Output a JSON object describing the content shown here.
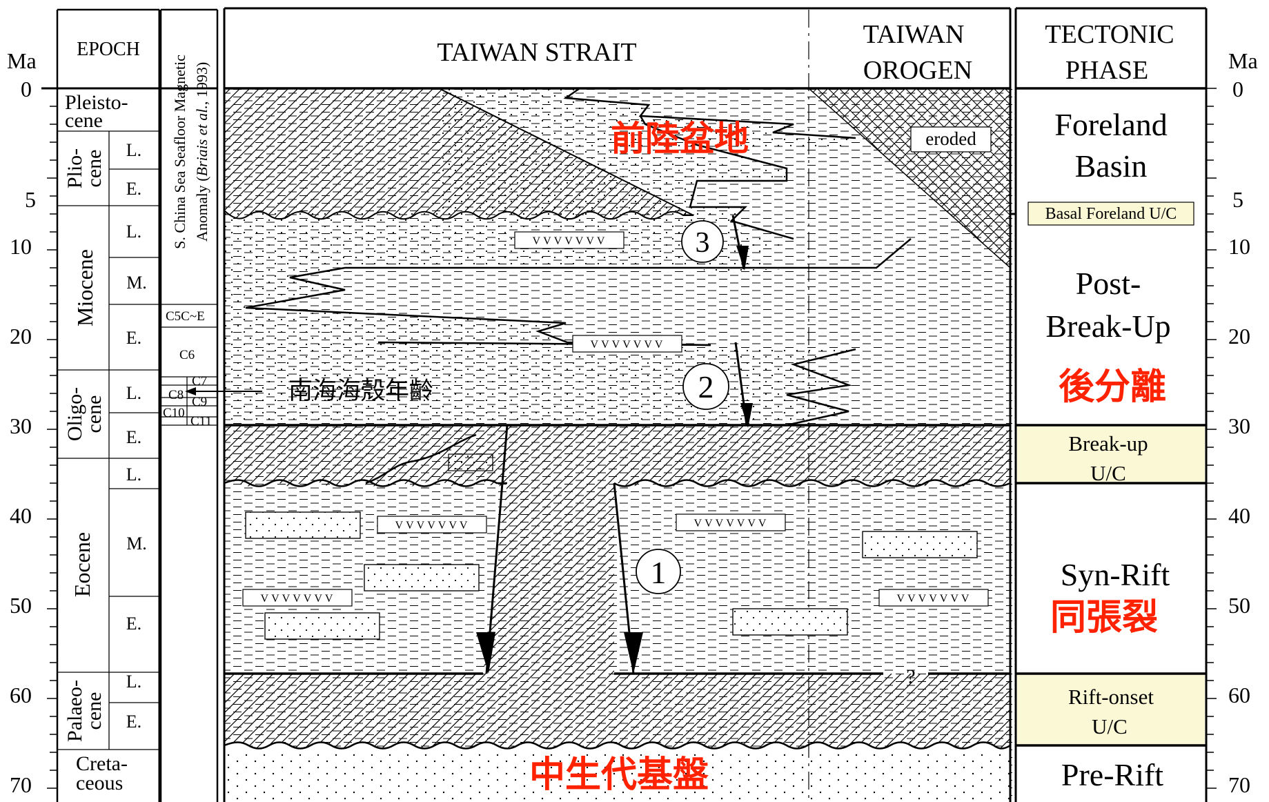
{
  "axis": {
    "unit_label": "Ma",
    "left_labels": [
      "0",
      "5",
      "10",
      "20",
      "30",
      "40",
      "50",
      "60",
      "70"
    ],
    "right_labels": [
      "0",
      "5",
      "10",
      "20",
      "30",
      "40",
      "50",
      "60",
      "70"
    ]
  },
  "headers": {
    "epoch": "EPOCH",
    "magnetic_line1": "S. China Sea Seafloor Magnetic",
    "magnetic_line2_a": "Anomaly (",
    "magnetic_line2_b": "Briais et al.",
    "magnetic_line2_c": ", 1993)",
    "taiwan_strait": "TAIWAN STRAIT",
    "taiwan_orogen_1": "TAIWAN",
    "taiwan_orogen_2": "OROGEN",
    "tectonic_1": "TECTONIC",
    "tectonic_2": "PHASE"
  },
  "epochs": {
    "pleistocene": [
      "Pleisto-",
      "cene"
    ],
    "pliocene": [
      "Plio-",
      "cene"
    ],
    "miocene": "Miocene",
    "oligocene": [
      "Oligo-",
      "cene"
    ],
    "eocene": "Eocene",
    "palaeocene": [
      "Palaeo-",
      "cene"
    ],
    "cretaceous": [
      "Creta-",
      "ceous"
    ],
    "sub": {
      "plio_l": "L.",
      "plio_e": "E.",
      "mio_l": "L.",
      "mio_m": "M.",
      "mio_e": "E.",
      "oli_l": "L.",
      "oli_e": "E.",
      "eoc_l": "L.",
      "eoc_m": "M.",
      "eoc_e": "E.",
      "pal_l": "L.",
      "pal_e": "E."
    }
  },
  "magnetic": {
    "c5c_e": "C5C~E",
    "c6": "C6",
    "c7": "C7",
    "c8": "C8",
    "c9": "C9",
    "c10": "C10",
    "c11": "C11",
    "note": "南海海殼年齡"
  },
  "section": {
    "foreland_basin_cn": "前陸盆地",
    "eroded": "eroded",
    "volcanics": "VVVVVVV",
    "mesozoic_cn": "中生代基盤",
    "question": "?",
    "label_1": "1",
    "label_2": "2",
    "label_3": "3"
  },
  "phases": {
    "foreland_1": "Foreland",
    "foreland_2": "Basin",
    "basal_uc": "Basal Foreland U/C",
    "post_1": "Post-",
    "post_2": "Break-Up",
    "post_cn": "後分離",
    "breakup_1": "Break-up",
    "breakup_2": "U/C",
    "synrift": "Syn-Rift",
    "synrift_cn": "同張裂",
    "riftonset_1": "Rift-onset",
    "riftonset_2": "U/C",
    "prerift": "Pre-Rift"
  },
  "colors": {
    "uc_box_fill": "#fbf8d6",
    "chinese_annotation": "#ff2200",
    "line": "#000000"
  }
}
